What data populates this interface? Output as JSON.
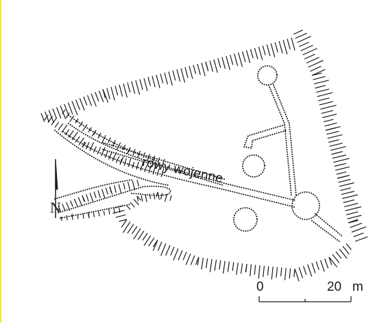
{
  "labels": {
    "trench": "rowy wojenne",
    "north": "N"
  },
  "scale_bar": {
    "start": "0",
    "end": "20",
    "unit": "m"
  },
  "colors": {
    "ink": "#1a1a1a",
    "paper": "#ffffff",
    "edge": "#f2ea2a"
  },
  "icons": {
    "north_arrow": "north-arrow-icon"
  }
}
